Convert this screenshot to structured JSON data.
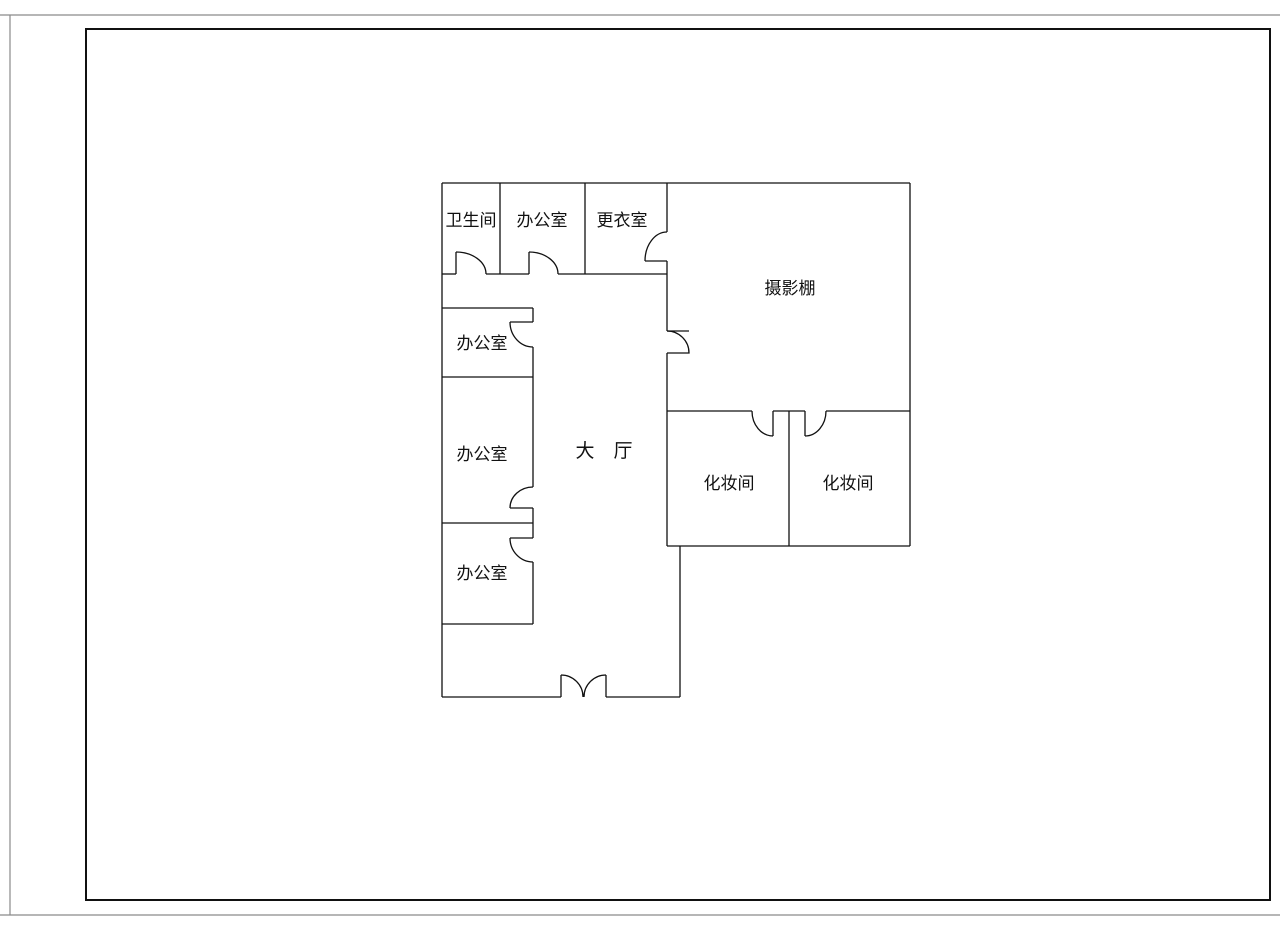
{
  "floor_plan": {
    "rooms": {
      "restroom": "卫生间",
      "office_top": "办公室",
      "changing_room": "更衣室",
      "studio": "摄影棚",
      "office_upper_left": "办公室",
      "office_mid_left": "办公室",
      "office_lower_left": "办公室",
      "hall": "大　厅",
      "makeup_room_1": "化妆间",
      "makeup_room_2": "化妆间"
    }
  },
  "colors": {
    "line": "#111111",
    "paper": "#ffffff",
    "sheet_edge": "#8a8a8a"
  }
}
